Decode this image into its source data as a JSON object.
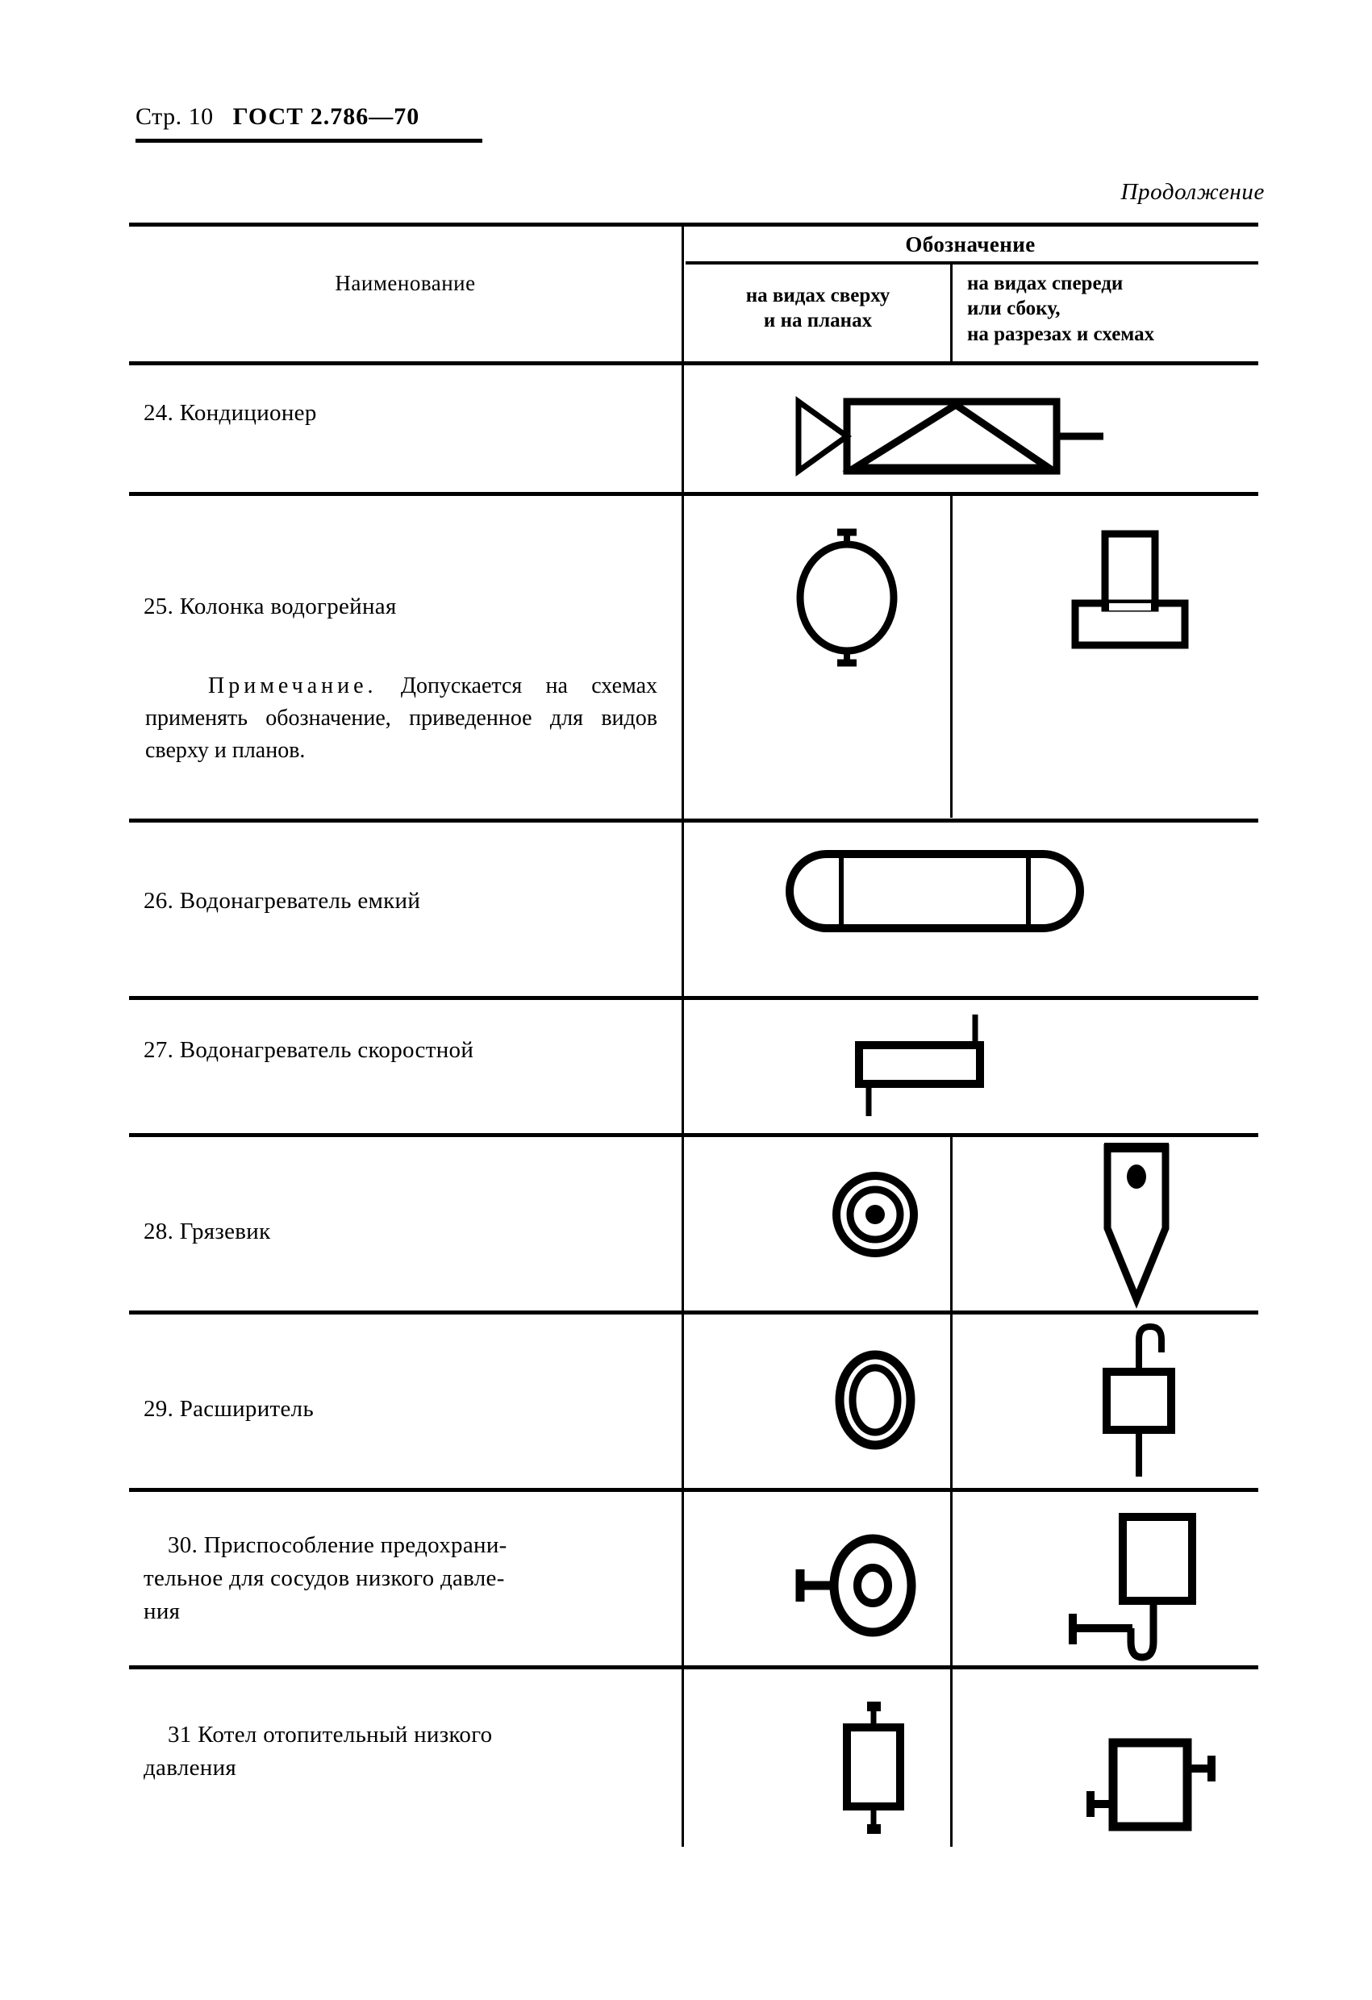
{
  "page": {
    "page_label": "Стр. 10",
    "standard": "ГОСТ 2.786—70",
    "continuation": "Продолжение"
  },
  "table": {
    "headers": {
      "name": "Наименование",
      "designation": "Обозначение",
      "sub_top_view_l1": "на  видах  сверху",
      "sub_top_view_l2": "и на планах",
      "sub_front_l1": "на  видах  спереди",
      "sub_front_l2": "или сбоку,",
      "sub_front_l3": "на разрезах и схемах"
    },
    "rows": [
      {
        "num": "24.",
        "name": "Кондиционер",
        "symbol_top": "air-conditioner-plan-symbol",
        "symbol_front": "",
        "spans_both_columns": true
      },
      {
        "num": "25.",
        "name": "Колонка водогрейная",
        "symbol_top": "water-heating-column-plan-symbol",
        "symbol_front": "water-heating-column-front-symbol",
        "spans_both_columns": false,
        "note": {
          "lead": "Примечание.",
          "text": " Допускается на схемах применять обозначение,  приведенное для видов сверху и планов."
        }
      },
      {
        "num": "26.",
        "name": "Водонагреватель  емкий",
        "symbol_top": "storage-water-heater-symbol",
        "symbol_front": "",
        "spans_both_columns": true
      },
      {
        "num": "27.",
        "name": "Водонагреватель  скоростной",
        "symbol_top": "instantaneous-water-heater-symbol",
        "symbol_front": "",
        "spans_both_columns": true
      },
      {
        "num": "28.",
        "name": "Грязевик",
        "symbol_top": "dirt-collector-plan-symbol",
        "symbol_front": "dirt-collector-front-symbol",
        "spans_both_columns": false
      },
      {
        "num": "29.",
        "name": "Расширитель",
        "symbol_top": "expansion-vessel-plan-symbol",
        "symbol_front": "expansion-vessel-front-symbol",
        "spans_both_columns": false
      },
      {
        "num": "30.",
        "name": "Приспособление     предохранительное для сосудов низкого давления",
        "symbol_top": "low-pressure-safety-device-plan-symbol",
        "symbol_front": "low-pressure-safety-device-front-symbol",
        "spans_both_columns": false
      },
      {
        "num": "31",
        "name": "Котел    отопительный   низкого давления",
        "symbol_top": "low-pressure-boiler-plan-symbol",
        "symbol_front": "low-pressure-boiler-front-symbol",
        "spans_both_columns": false
      }
    ]
  },
  "labels": {
    "row24": "24. Кондиционер",
    "row25": "25. Колонка  водогрейная",
    "row26": "26. Водонагреватель  емкий",
    "row27": "27. Водонагреватель  скоростной",
    "row28": "28. Грязевик",
    "row29": "29. Расширитель",
    "row30_l1": "30. Приспособление      предохрани-",
    "row30_l2": "тельное для сосудов низкого давле-",
    "row30_l3": "ния",
    "row31_l1": "31  Котел    отопительный   низкого",
    "row31_l2": "давления"
  },
  "colors": {
    "ink": "#000000",
    "paper": "#ffffff"
  }
}
